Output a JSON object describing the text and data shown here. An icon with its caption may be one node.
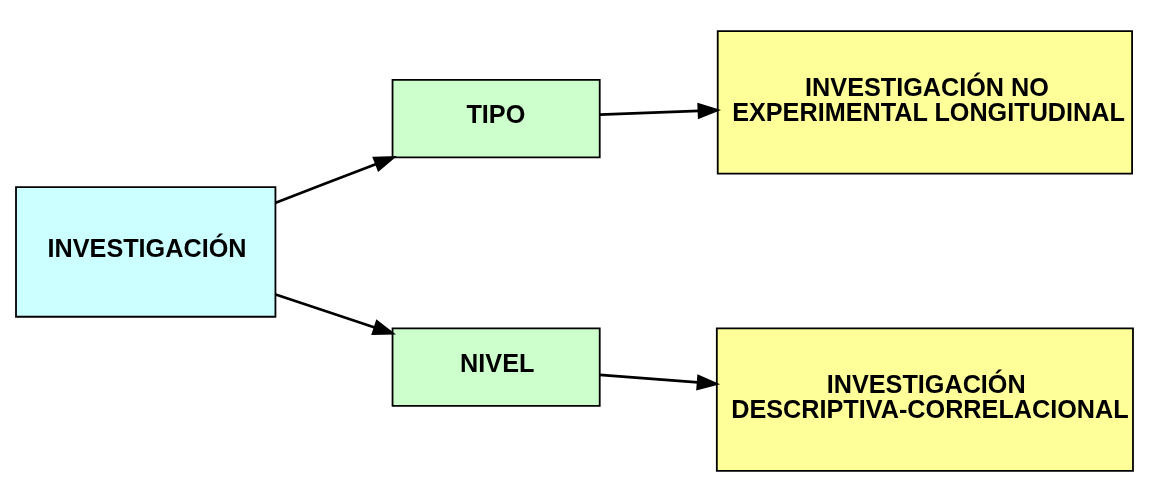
{
  "diagram": {
    "nodes": [
      {
        "text": [
          "INVESTIGACIÓN"
        ]
      },
      {
        "text": [
          "TIPO"
        ]
      },
      {
        "text": [
          "INVESTIGACIÓN NO EXPERIMENTAL LONGITUDINAL"
        ]
      },
      {
        "text": [
          "NIVEL"
        ]
      },
      {
        "text": [
          "INVESTIGACIÓN DESCRIPTIVA-CORRELACIONAL"
        ]
      }
    ],
    "edges": [
      {
        "from": 0,
        "to": 1,
        "arrow": "to"
      },
      {
        "from": 0,
        "to": 3,
        "arrow": "to"
      },
      {
        "from": 1,
        "to": 2,
        "arrow": "to"
      },
      {
        "from": 3,
        "to": 4,
        "arrow": "to"
      }
    ]
  }
}
